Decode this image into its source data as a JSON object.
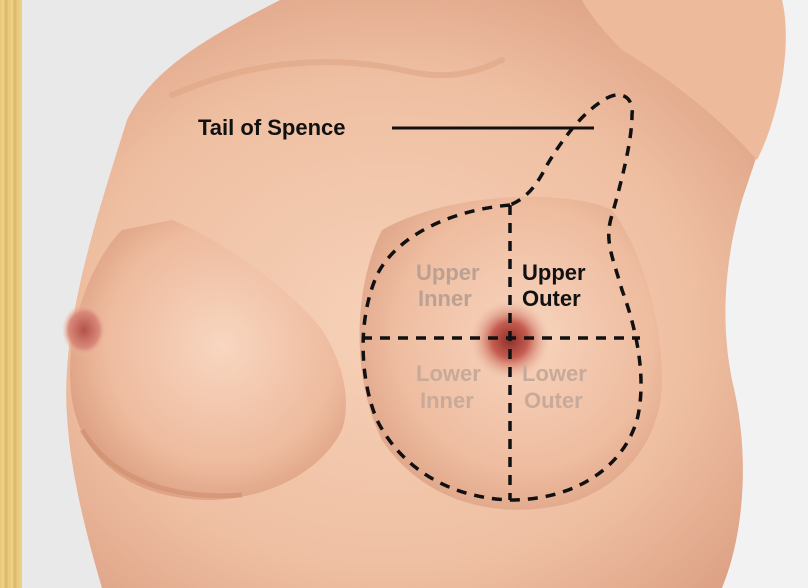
{
  "labels": {
    "tail_of_spence": "Tail of Spence",
    "upper_inner_1": "Upper",
    "upper_inner_2": "Inner",
    "upper_outer_1": "Upper",
    "upper_outer_2": "Outer",
    "lower_inner_1": "Lower",
    "lower_inner_2": "Inner",
    "lower_outer_1": "Lower",
    "lower_outer_2": "Outer"
  },
  "colors": {
    "skin": "#f1c3a6",
    "skin_shadow": "#d9987a",
    "background": "#e9e9e9",
    "frame": "#e6c675",
    "label_dark": "#111111",
    "label_faded": "#b89a8c",
    "nipple": "#c9655a",
    "dashed_outline": "#111111"
  }
}
